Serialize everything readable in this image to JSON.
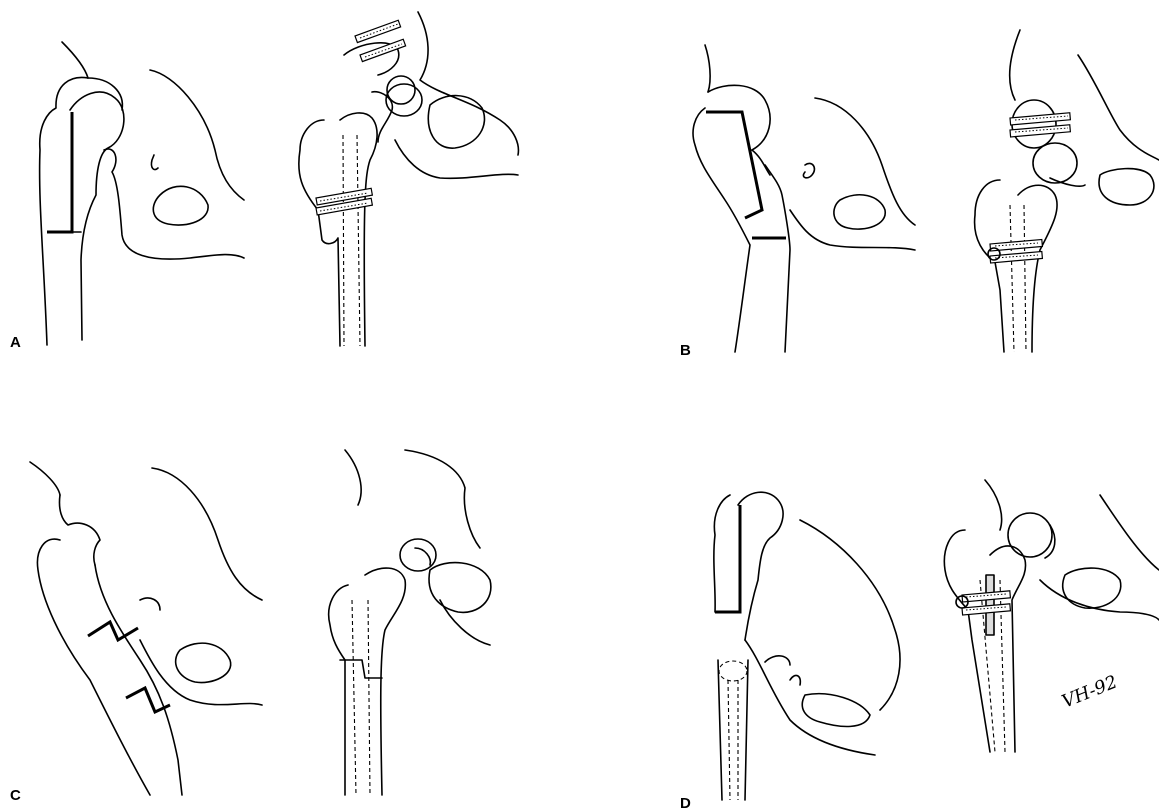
{
  "figure": {
    "panels": [
      {
        "id": "A",
        "label": "A"
      },
      {
        "id": "B",
        "label": "B"
      },
      {
        "id": "C",
        "label": "C"
      },
      {
        "id": "D",
        "label": "D"
      }
    ],
    "signature": "VH-92"
  }
}
